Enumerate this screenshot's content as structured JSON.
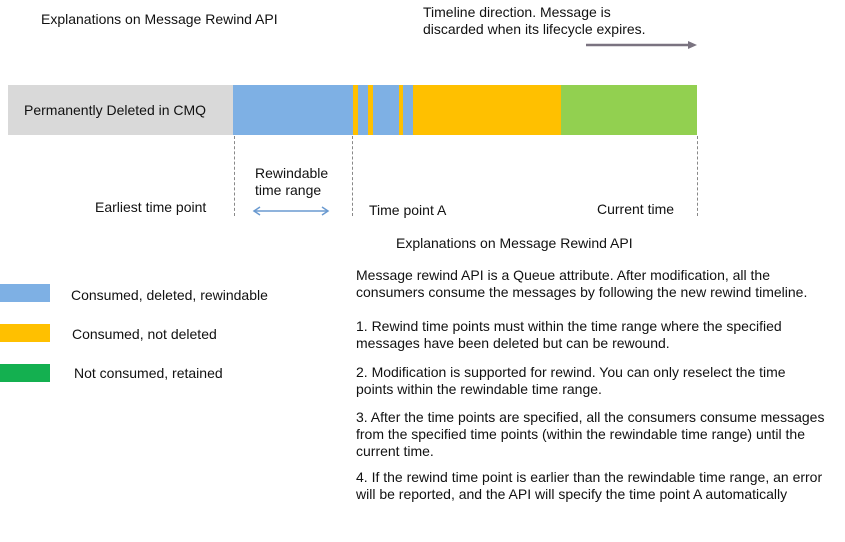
{
  "title": "Explanations on Message Rewind API",
  "direction_note": "Timeline direction. Message is discarded when its lifecycle expires.",
  "bar": {
    "deleted_label": "Permanently Deleted in CMQ"
  },
  "labels": {
    "earliest": "Earliest time point",
    "rewindable": "Rewindable time range",
    "time_point_a": "Time point A",
    "current": "Current time"
  },
  "subtitle": "Explanations on Message Rewind API",
  "colors": {
    "gray": "#d9d9d9",
    "blue": "#7eb0e4",
    "orange": "#ffc000",
    "green": "#92d050",
    "legend_green": "#14b050"
  },
  "legend": [
    {
      "label": "Consumed, deleted, rewindable",
      "color": "#7eb0e4"
    },
    {
      "label": "Consumed, not deleted",
      "color": "#ffc000"
    },
    {
      "label": "Not consumed, retained",
      "color": "#14b050"
    }
  ],
  "intro": "Message rewind API is a Queue attribute. After modification, all the consumers consume the messages by following the new rewind timeline.",
  "points": [
    "1. Rewind time points must within the time range where the specified messages have been deleted but can be rewound.",
    "2. Modification is supported for rewind. You can only reselect the time points within the rewindable time range.",
    "3. After the time points are specified, all the consumers consume messages from the specified time points (within the rewindable time range) until the current time.",
    "4. If the rewind time point is earlier than the rewindable time range, an error will be reported, and the API will specify the time point A automatically"
  ]
}
